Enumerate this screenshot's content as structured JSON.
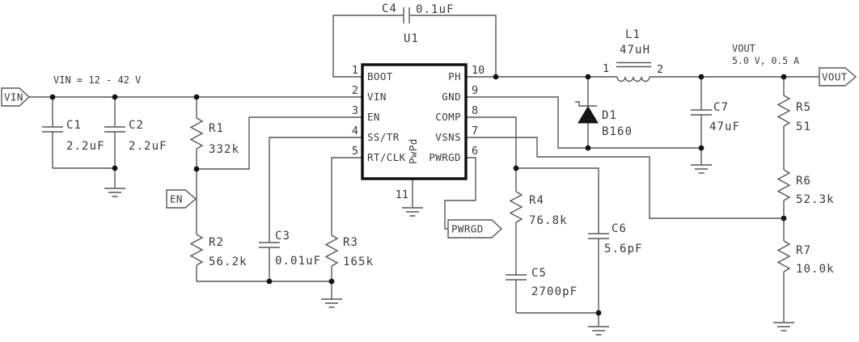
{
  "labels": {
    "vin_note": "VIN = 12 - 42 V",
    "vout_title": "VOUT",
    "vout_spec": "5.0 V, 0.5 A"
  },
  "tags": {
    "vin": "VIN",
    "en": "EN",
    "pwrgd": "PWRGD",
    "vout": "VOUT"
  },
  "components": {
    "c1": {
      "ref": "C1",
      "value": "2.2uF"
    },
    "c2": {
      "ref": "C2",
      "value": "2.2uF"
    },
    "c3": {
      "ref": "C3",
      "value": "0.01uF"
    },
    "c4": {
      "ref": "C4",
      "value": "0.1uF"
    },
    "c5": {
      "ref": "C5",
      "value": "2700pF"
    },
    "c6": {
      "ref": "C6",
      "value": "5.6pF"
    },
    "c7": {
      "ref": "C7",
      "value": "47uF"
    },
    "r1": {
      "ref": "R1",
      "value": "332k"
    },
    "r2": {
      "ref": "R2",
      "value": "56.2k"
    },
    "r3": {
      "ref": "R3",
      "value": "165k"
    },
    "r4": {
      "ref": "R4",
      "value": "76.8k"
    },
    "r5": {
      "ref": "R5",
      "value": "51"
    },
    "r6": {
      "ref": "R6",
      "value": "52.3k"
    },
    "r7": {
      "ref": "R7",
      "value": "10.0k"
    },
    "l1": {
      "ref": "L1",
      "value": "47uH",
      "pin1": "1",
      "pin2": "2"
    },
    "d1": {
      "ref": "D1",
      "value": "B160"
    }
  },
  "ic": {
    "ref": "U1",
    "thermal_pad_label": "PwPd",
    "bottom_pin_num": "11",
    "left_pins": [
      {
        "num": "1",
        "name": "BOOT"
      },
      {
        "num": "2",
        "name": "VIN"
      },
      {
        "num": "3",
        "name": "EN"
      },
      {
        "num": "4",
        "name": "SS/TR"
      },
      {
        "num": "5",
        "name": "RT/CLK"
      }
    ],
    "right_pins": [
      {
        "num": "10",
        "name": "PH"
      },
      {
        "num": "9",
        "name": "GND"
      },
      {
        "num": "8",
        "name": "COMP"
      },
      {
        "num": "7",
        "name": "VSNS"
      },
      {
        "num": "6",
        "name": "PWRGD"
      }
    ]
  },
  "colors": {
    "wire": "#575757",
    "text": "#3a3a3a",
    "ic_border": "#0d0d0d",
    "background": "#ffffff"
  }
}
